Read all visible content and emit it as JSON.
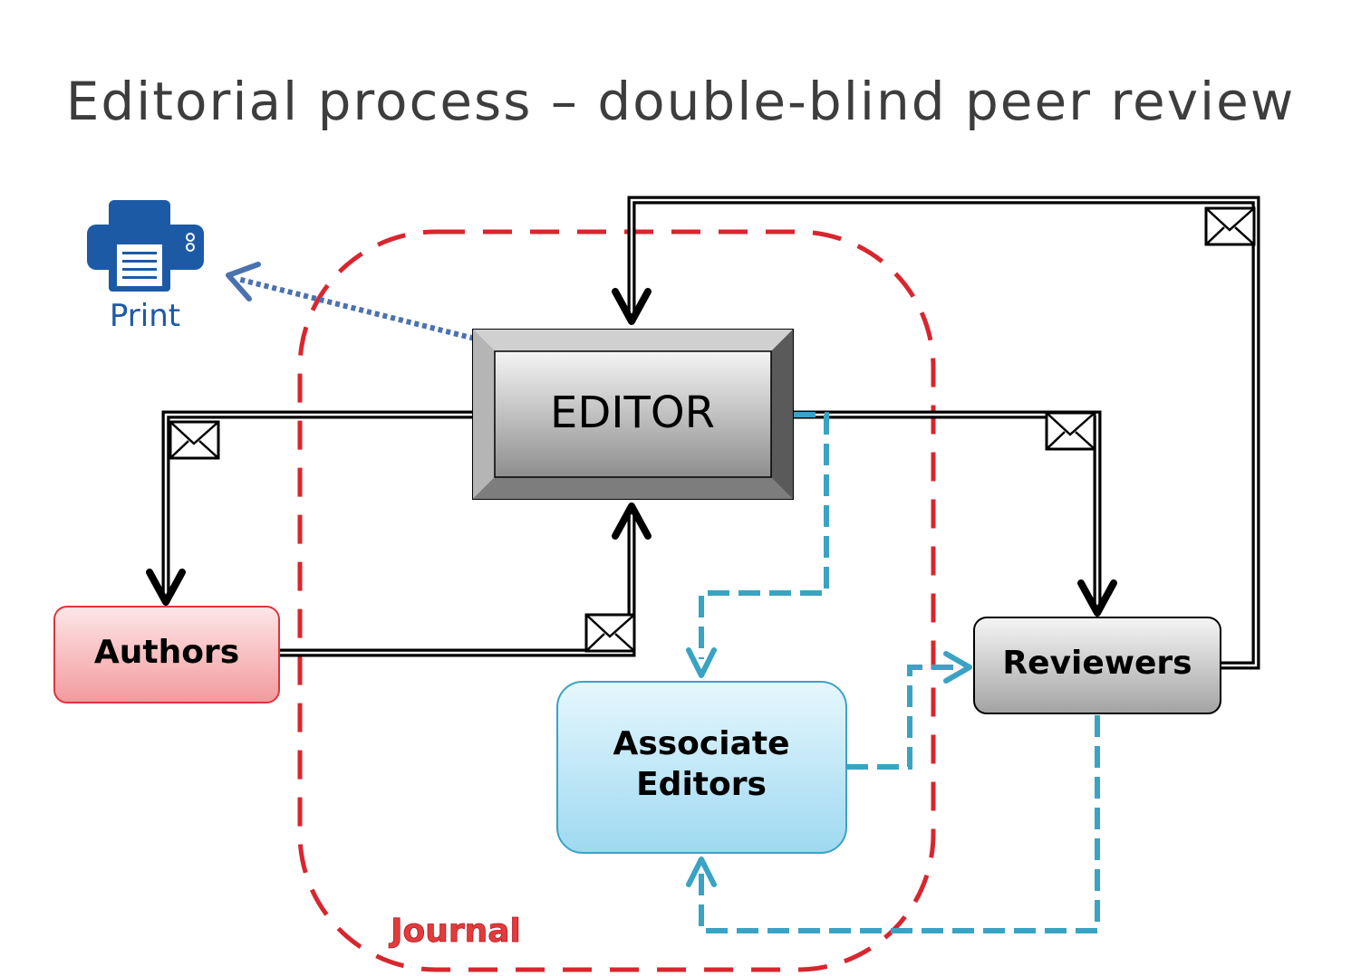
{
  "title": "Editorial process – double-blind peer review",
  "nodes": {
    "editor": "EDITOR",
    "authors": "Authors",
    "reviewers": "Reviewers",
    "associate_editors_line1": "Associate",
    "associate_editors_line2": "Editors"
  },
  "print_label": "Print",
  "journal_label": "Journal",
  "icons": {
    "printer": "printer-icon",
    "mail": "envelope-icon"
  },
  "colors": {
    "journal_border": "#d9262e",
    "associate_flow": "#3aa3c4",
    "print_flow": "#4a72b0",
    "authors_fill": "#f4a3a6",
    "associate_fill": "#b6e3f6",
    "reviewers_fill": "#c8c8c8",
    "editor_fill": "#a9a9a9"
  }
}
